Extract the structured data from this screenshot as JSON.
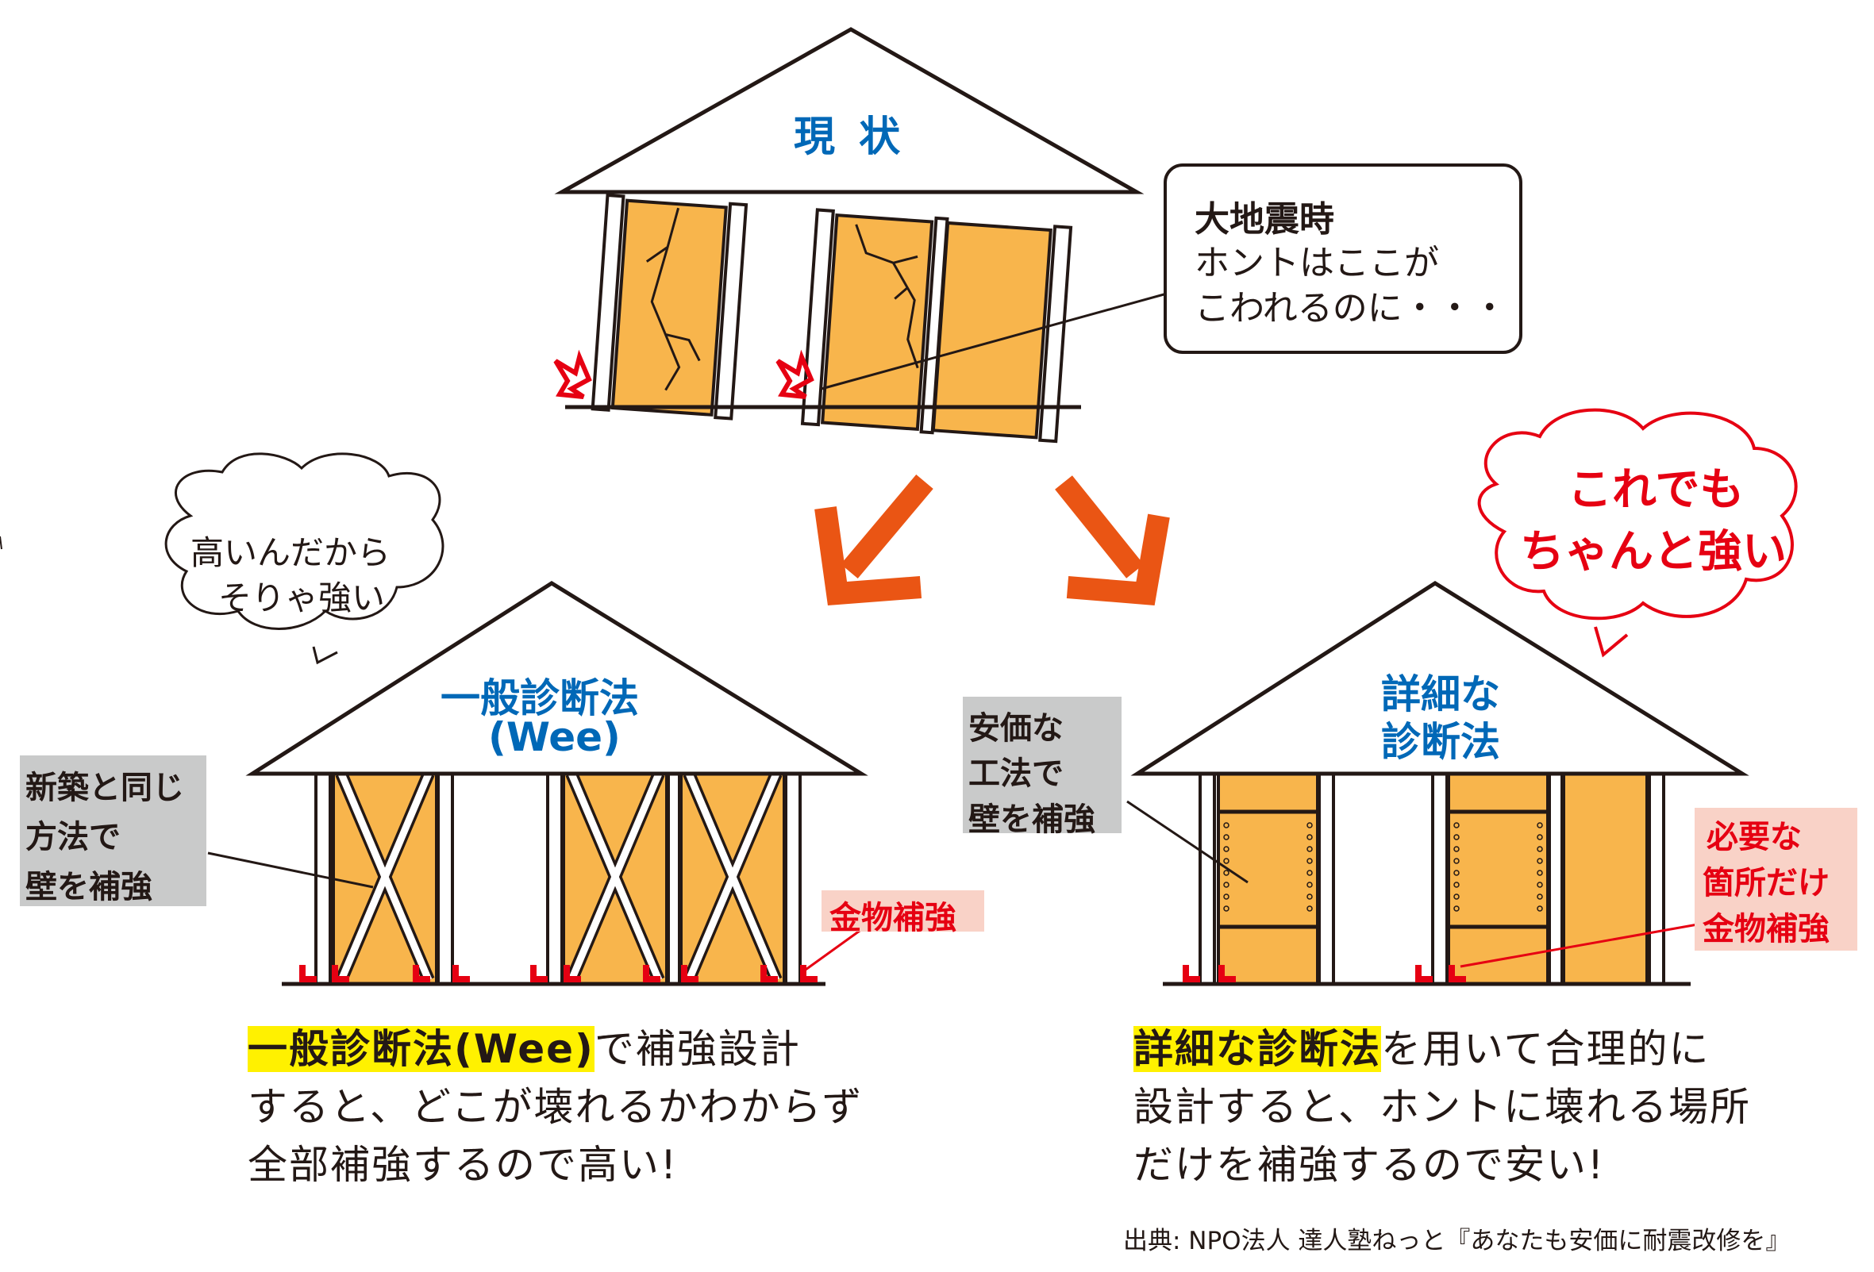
{
  "top_house": {
    "title": "現 状"
  },
  "top_callout": {
    "line1": "大地震時",
    "line2": "ホントはここが",
    "line3": "こわれるのに・・・"
  },
  "left_bubble": {
    "line1": "高いんだから",
    "line2": "そりゃ強い"
  },
  "right_bubble": {
    "line1": "これでも",
    "line2": "ちゃんと強い"
  },
  "left_house": {
    "title_line1": "一般診断法",
    "title_line2": "(Wee)",
    "label_line1": "新築と同じ",
    "label_line2": "方法で",
    "label_line3": "壁を補強",
    "metal_label": "金物補強"
  },
  "right_house": {
    "title_line1": "詳細な",
    "title_line2": "診断法",
    "label_line1": "安価な",
    "label_line2": "工法で",
    "label_line3": "壁を補強",
    "metal_line1": "必要な",
    "metal_line2": "箇所だけ",
    "metal_line3": "金物補強"
  },
  "left_caption": {
    "highlight": "一般診断法(Wee)",
    "line1_rest": "で補強設計",
    "line2": "すると、どこが壊れるかわからず",
    "line3": "全部補強するので高い!"
  },
  "right_caption": {
    "highlight": "詳細な診断法",
    "line1_rest": "を用いて合理的に",
    "line2": "設計すると、ホントに壊れる場所",
    "line3": "だけを補強するので安い!"
  },
  "source": "出典: NPO法人 達人塾ねっと『あなたも安価に耐震改修を』",
  "colors": {
    "wall": "#f8b54c",
    "blue_text": "#0068b7",
    "red": "#e60012",
    "arrow": "#ea5514",
    "highlight": "#fff100",
    "label_grey": "#c9caca",
    "label_pink": "#f9d2c7"
  }
}
